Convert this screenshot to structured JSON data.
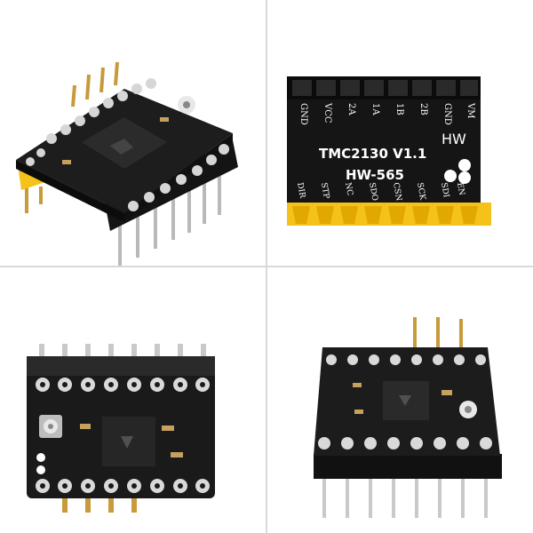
{
  "photos": {
    "top_left": {
      "view": "angled-top"
    },
    "top_right": {
      "view": "bottom",
      "chip_label": "TMC2130 V1.1",
      "model_label": "HW-565",
      "brand_label": "HW",
      "top_pins": [
        "GND",
        "VCC",
        "2A",
        "1A",
        "1B",
        "2B",
        "GND",
        "VM"
      ],
      "bottom_pins": [
        "DIR",
        "STP",
        "NC",
        "SDO",
        "CSN",
        "SCK",
        "SDI",
        "EN"
      ]
    },
    "bottom_left": {
      "view": "top-flat"
    },
    "bottom_right": {
      "view": "angled-front"
    }
  },
  "colors": {
    "pcb": "#1b1b1b",
    "header_yellow": "#f5c21a",
    "pin_silver": "#c9c9c9",
    "pin_gold": "#c79a3a",
    "divider": "#d9d9d9"
  }
}
